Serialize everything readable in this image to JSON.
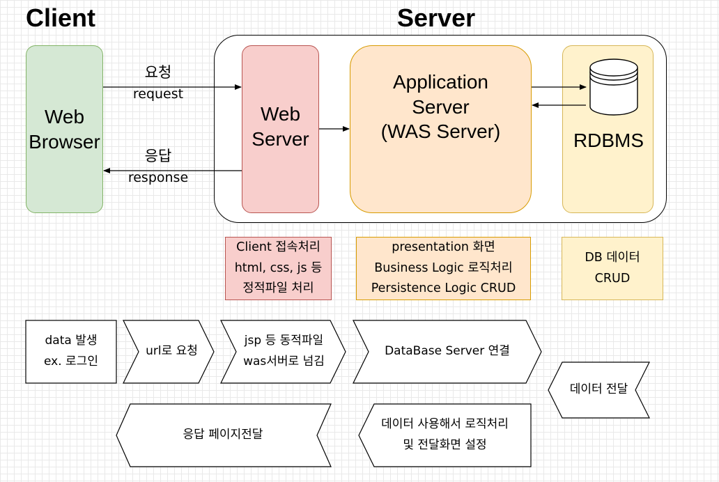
{
  "headings": {
    "client": "Client",
    "server": "Server"
  },
  "components": {
    "web_browser": "Web\nBrowser",
    "web_server": "Web\nServer",
    "app_server": "Application\nServer\n(WAS Server)",
    "rdbms": "RDBMS"
  },
  "arrows": {
    "request_ko": "요청",
    "request_en": "request",
    "response_ko": "응답",
    "response_en": "response"
  },
  "notes": {
    "web_server": "Client 접속처리\nhtml, css, js 등\n정적파일 처리",
    "app_server": "presentation 화면\nBusiness Logic 로직처리\nPersistence Logic CRUD",
    "rdbms": "DB 데이터\nCRUD"
  },
  "flow": {
    "step1": "data 발생\nex. 로그인",
    "step2": "url로 요청",
    "step3": "jsp 등 동적파일\nwas서버로 넘김",
    "step4": "DataBase Server 연결",
    "step5": "데이터 전달",
    "step6": "데이터 사용해서 로직처리\n및 전달화면 설정",
    "step7": "응답 페이지전달"
  },
  "colors": {
    "browser_fill": "#d5e8d4",
    "browser_stroke": "#82b366",
    "webserver_fill": "#f8cecc",
    "webserver_stroke": "#b85450",
    "appserver_fill": "#ffe6cc",
    "appserver_stroke": "#d79b00",
    "rdbms_fill": "#fff2cc",
    "rdbms_stroke": "#d6b656"
  }
}
